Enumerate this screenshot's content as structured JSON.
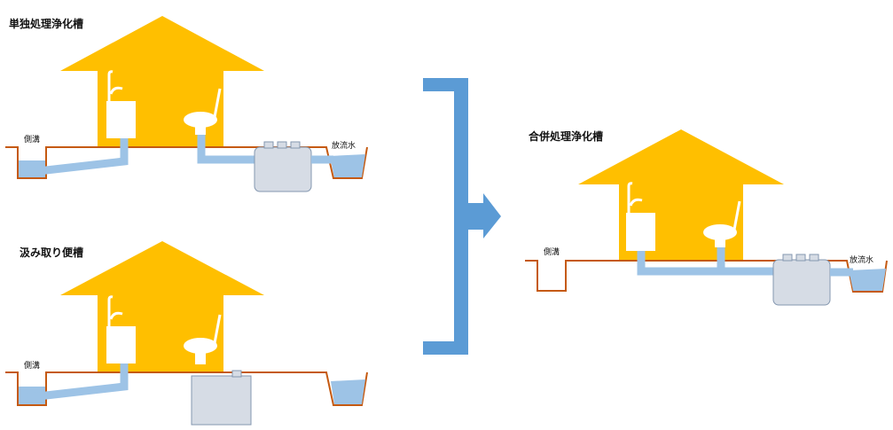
{
  "panels": {
    "top_left": {
      "title": "単独処理浄化槽",
      "ditch_label": "側溝",
      "outflow_label": "放流水"
    },
    "bottom_left": {
      "title": "汲み取り便槽",
      "ditch_label": "側溝"
    },
    "right": {
      "title": "合併処理浄化槽",
      "ditch_label": "側溝",
      "outflow_label": "放流水"
    }
  },
  "colors": {
    "house": "#FFBF00",
    "pipe": "#9DC3E6",
    "ground": "#C55A11",
    "tank": "#D6DCE5",
    "arrow": "#5B9BD5",
    "fixture": "#FFFFFF"
  },
  "icons": [
    "house-icon",
    "sink-icon",
    "toilet-icon",
    "septic-tank-icon",
    "bracket-arrow-icon"
  ]
}
